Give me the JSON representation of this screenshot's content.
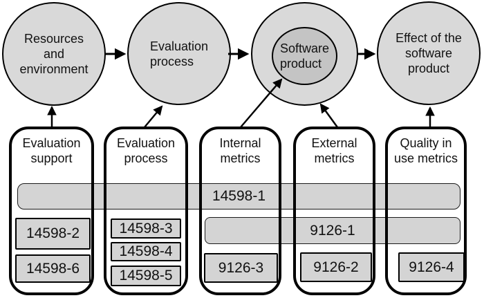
{
  "diagram": {
    "circles": [
      {
        "name": "resources-environment",
        "lines": [
          "Resources",
          "and",
          "environment"
        ]
      },
      {
        "name": "evaluation-process",
        "lines": [
          "Evaluation",
          "process"
        ]
      },
      {
        "name": "software-product",
        "lines": [
          "Software",
          "product"
        ]
      },
      {
        "name": "effect-of-software",
        "lines": [
          "Effect of the",
          "software",
          "product"
        ]
      }
    ],
    "columns": [
      {
        "name": "evaluation-support",
        "label_lines": [
          "Evaluation",
          "support"
        ],
        "boxes": [
          "14598-2",
          "14598-6"
        ]
      },
      {
        "name": "evaluation-process",
        "label_lines": [
          "Evaluation",
          "process"
        ],
        "boxes": [
          "14598-3",
          "14598-4",
          "14598-5"
        ]
      },
      {
        "name": "internal-metrics",
        "label_lines": [
          "Internal",
          "metrics"
        ],
        "boxes": [
          "9126-3"
        ]
      },
      {
        "name": "external-metrics",
        "label_lines": [
          "External",
          "metrics"
        ],
        "boxes": [
          "9126-2"
        ]
      },
      {
        "name": "quality-in-use-metrics",
        "label_lines": [
          "Quality in",
          "use metrics"
        ],
        "boxes": [
          "9126-4"
        ]
      }
    ],
    "bars": [
      {
        "name": "bar-14598-1",
        "label": "14598-1"
      },
      {
        "name": "bar-9126-1",
        "label": "9126-1"
      }
    ],
    "colors": {
      "circle_fill": "#d9d9d9",
      "inner_circle_fill": "#c4c4c4",
      "box_fill": "#d4d4d4",
      "outline": "#000000"
    }
  }
}
